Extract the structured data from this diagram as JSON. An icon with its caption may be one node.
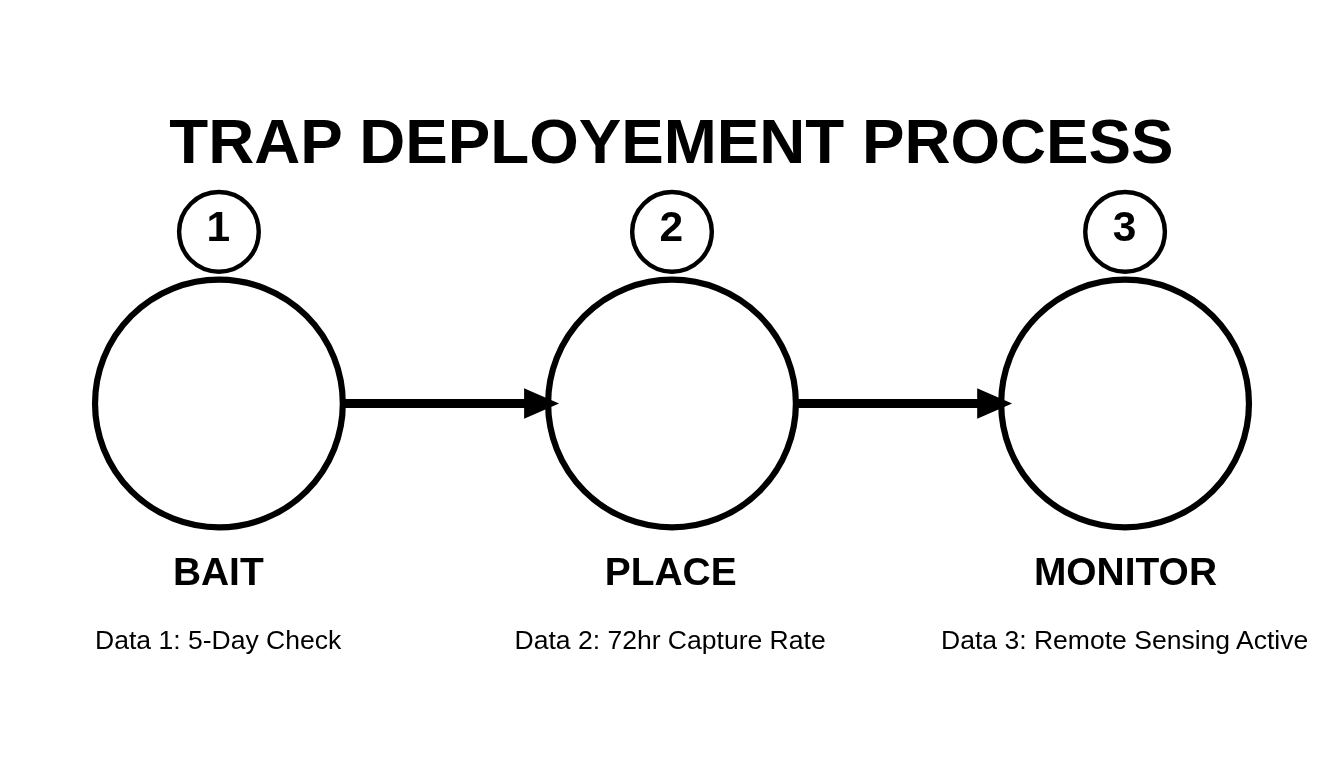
{
  "diagram": {
    "title": "TRAP DEPLOYEMENT PROCESS",
    "nodes": [
      {
        "text": [
          "1"
        ]
      },
      {
        "text": [
          "BAIT"
        ],
        "beside": [
          "Data 1: 5-Day Check"
        ]
      },
      {
        "text": [
          "2"
        ]
      },
      {
        "text": [
          "PLACE"
        ],
        "beside": [
          "Data 2: 72hr Capture Rate"
        ]
      },
      {
        "text": [
          "3"
        ]
      },
      {
        "text": [
          "MONITOR"
        ],
        "beside": [
          "Data 3: Remote Sensing Active"
        ]
      }
    ],
    "edges": [
      {
        "from": 1,
        "to": 3,
        "arrow": "to"
      },
      {
        "from": 3,
        "to": 5,
        "arrow": "to"
      }
    ]
  }
}
